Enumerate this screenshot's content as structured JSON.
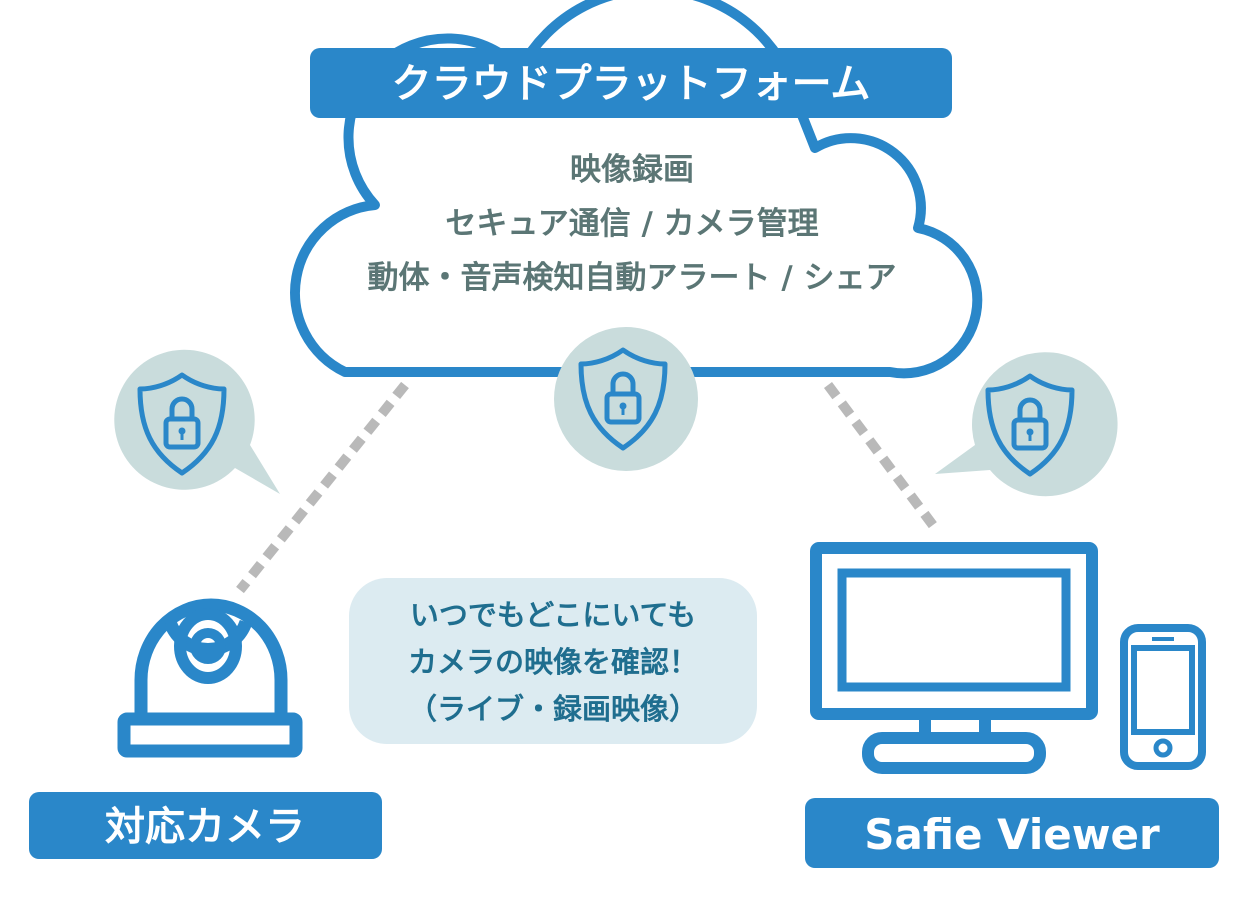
{
  "colors": {
    "blue": "#2a87c9",
    "shield_bg": "#c9dcdc",
    "bubble_bg": "#dcebf1",
    "dash": "#b9b9b9",
    "cloud_text": "#5b7675",
    "bubble_text": "#1f6e8f"
  },
  "cloud": {
    "title": "クラウドプラットフォーム",
    "features": [
      "映像録画",
      "セキュア通信 / カメラ管理",
      "動体・音声検知自動アラート / シェア"
    ]
  },
  "message": {
    "lines": [
      "いつでもどこにいても",
      "カメラの映像を確認！",
      "（ライブ・録画映像）"
    ]
  },
  "camera": {
    "label": "対応カメラ"
  },
  "viewer": {
    "label": "Safie Viewer"
  },
  "icons": [
    "shield-lock-icon",
    "dome-camera-icon",
    "monitor-icon",
    "smartphone-icon"
  ]
}
